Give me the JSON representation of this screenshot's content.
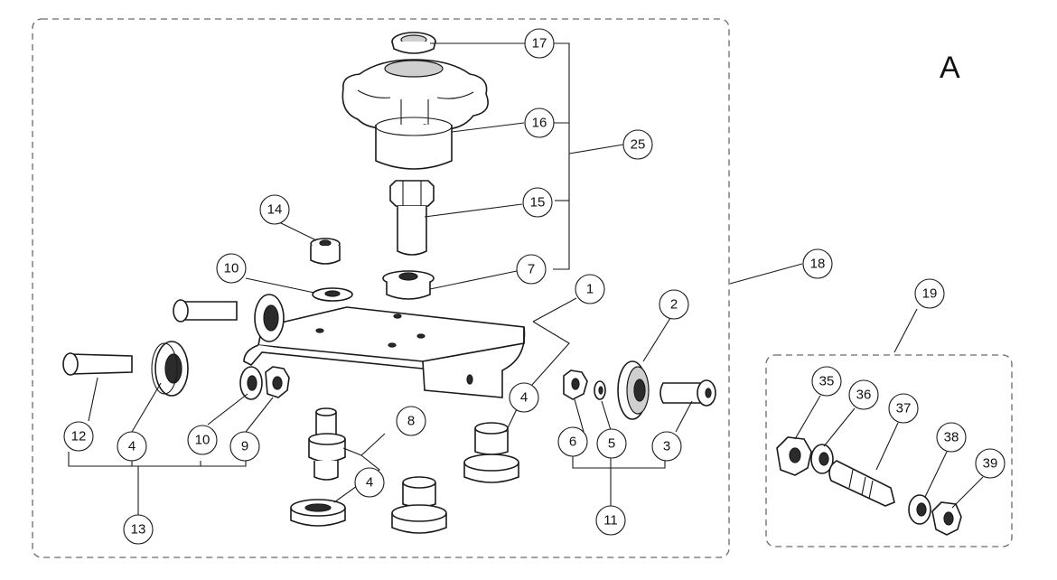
{
  "view_label": "A",
  "callouts": {
    "b1": "1",
    "b2": "2",
    "b3": "3",
    "b4a": "4",
    "b4b": "4",
    "b4c": "4",
    "b5": "5",
    "b6": "6",
    "b7": "7",
    "b8": "8",
    "b9": "9",
    "b10a": "10",
    "b10b": "10",
    "b11": "11",
    "b12": "12",
    "b13": "13",
    "b14": "14",
    "b15": "15",
    "b16": "16",
    "b17": "17",
    "b18": "18",
    "b19": "19",
    "b25": "25",
    "b35": "35",
    "b36": "36",
    "b37": "37",
    "b38": "38",
    "b39": "39"
  }
}
